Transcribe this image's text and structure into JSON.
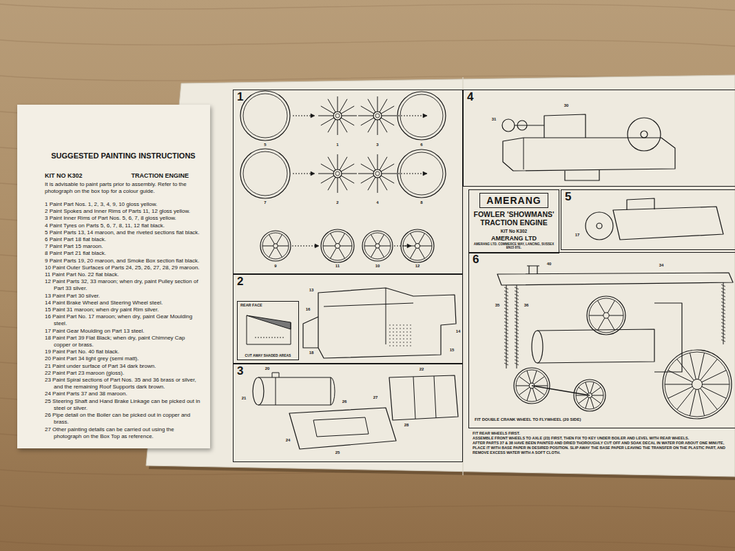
{
  "diagram": {
    "nodes": [
      {
        "text": [
          "SUGGESTED PAINTING INSTRUCTIONS",
          "KIT NO K302",
          "TRACTION ENGINE",
          "It is advisable to paint parts prior to assembly. Refer to the photograph on the box top for a colour guide.",
          "1 Paint Part Nos. 1, 2, 3, 4, 9, 10 gloss yellow.",
          "2 Paint Spokes and Inner Rims of Parts 11, 12 gloss yellow.",
          "3 Paint Inner Rims of Part Nos. 5, 6, 7, 8 gloss yellow.",
          "4 Paint Tyres on Parts 5, 6, 7, 8, 11, 12 flat black.",
          "5 Paint Parts 13, 14 maroon, and the riveted sections flat black.",
          "6 Paint Part 18 flat black.",
          "7 Paint Part 15 maroon.",
          "8 Paint Part 21 flat black.",
          "9 Paint Parts 19, 20 maroon, and Smoke Box section flat black.",
          "10 Paint Outer Surfaces of Parts 24, 25, 26, 27, 28, 29 maroon.",
          "11 Paint Part No. 22 flat black.",
          "12 Paint Parts 32, 33 maroon; when dry, paint Pulley section of Part 33 silver.",
          "13 Paint Part 30 silver.",
          "14 Paint Brake Wheel and Steering Wheel steel.",
          "15 Paint 31 maroon; when dry paint Rim silver.",
          "16 Paint Part No. 17 maroon; when dry, paint Gear Moulding steel.",
          "17 Paint Gear Moulding on Part 13 steel.",
          "18 Paint Part 39 Flat Black; when dry, paint Chimney Cap copper or brass.",
          "19 Paint Part No. 40 flat black.",
          "20 Paint Part 34 light grey (semi matt).",
          "21 Paint under surface of Part 34 dark brown.",
          "22 Paint Part 23 maroon (gloss).",
          "23 Paint Spiral sections of Part Nos. 35 and 36 brass or silver, and the remaining Roof Supports dark brown.",
          "24 Paint Parts 37 and 38 maroon.",
          "25 Steering Shaft and Hand Brake Linkage can be picked out in steel or silver.",
          "26 Pipe detail on the Boiler can be picked out in copper and brass.",
          "27 Other painting details can be carried out using the photograph on the Box Top as reference."
        ]
      },
      {
        "text": [
          "1"
        ]
      },
      {
        "text": [
          "4"
        ]
      },
      {
        "text": [
          "FOWLER 'SHOWMANS' TRACTION ENGINE",
          "KIT No K302",
          "AMERANG LTD",
          "AMERANG LTD. COMMERCE WAY, LANCING, SUSSEX BN15 8TE."
        ]
      },
      {
        "text": [
          "AMERANG"
        ],
        "in": 3
      },
      {
        "text": [
          "5"
        ]
      },
      {
        "text": [
          "2"
        ]
      },
      {
        "text": [
          "REAR FACE",
          "CUT AWAY SHADED AREAS"
        ],
        "in": 6
      },
      {
        "text": [
          "3"
        ]
      },
      {
        "text": [
          "6",
          "FIT DOUBLE CRANK WHEEL TO FLYWHEEL (20 SIDE)"
        ]
      }
    ],
    "labels": [
      "5",
      "1",
      "3",
      "6",
      "7",
      "2",
      "4",
      "8",
      "9",
      "11",
      "10",
      "12",
      "13",
      "14",
      "15",
      "18",
      "16",
      "20",
      "21",
      "22",
      "24",
      "25",
      "26",
      "27",
      "28",
      "31",
      "30",
      "17",
      "40",
      "34",
      "35",
      "36",
      "FIT REAR WHEELS FIRST.",
      "ASSEMBLE FRONT WHEELS TO AXLE (23) FIRST, THEN FIX TO KEY UNDER BOILER AND LEVEL WITH REAR WHEELS.",
      "AFTER PARTS 37 & 38 HAVE BEEN PAINTED AND DRIED THOROUGHLY CUT OFF AND SOAK DECAL IN WATER FOR ABOUT ONE MINUTE, PLACE IT WITH BASE PAPER IN DESIRED POSITION. SLIP AWAY THE BASE PAPER LEAVING THE TRANSFER ON THE PLASTIC PART, AND REMOVE EXCESS WATER WITH A SOFT CLOTH."
    ]
  }
}
